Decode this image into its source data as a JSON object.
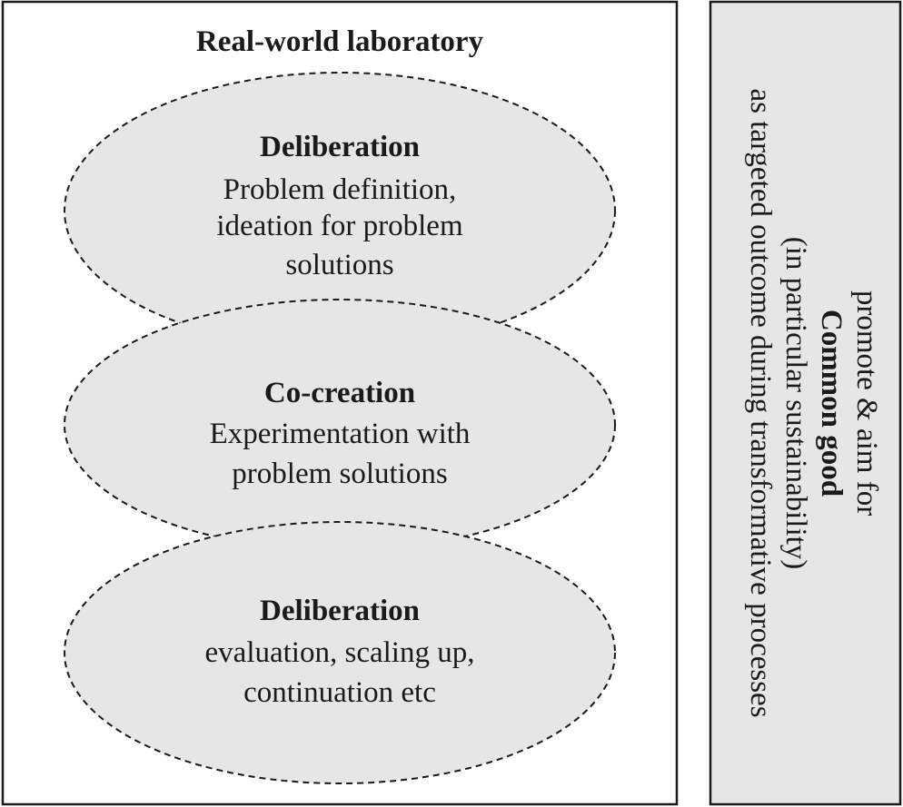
{
  "lab": {
    "title": "Real-world laboratory",
    "stages": [
      {
        "heading": "Deliberation",
        "lines": [
          "Problem definition,",
          "ideation for problem",
          "solutions"
        ]
      },
      {
        "heading": "Co-creation",
        "lines": [
          "Experimentation with",
          "problem solutions"
        ]
      },
      {
        "heading": "Deliberation",
        "lines": [
          "evaluation, scaling up,",
          "continuation etc"
        ]
      }
    ]
  },
  "common_good": {
    "lines": [
      "promote & aim for",
      "Common good",
      "(in particular sustainability)",
      "as targeted outcome during transformative processes"
    ]
  },
  "colors": {
    "ellipse_fill": "#e6e6e6",
    "box_fill": "#e6e6e6",
    "stroke": "#1a1a1a"
  }
}
